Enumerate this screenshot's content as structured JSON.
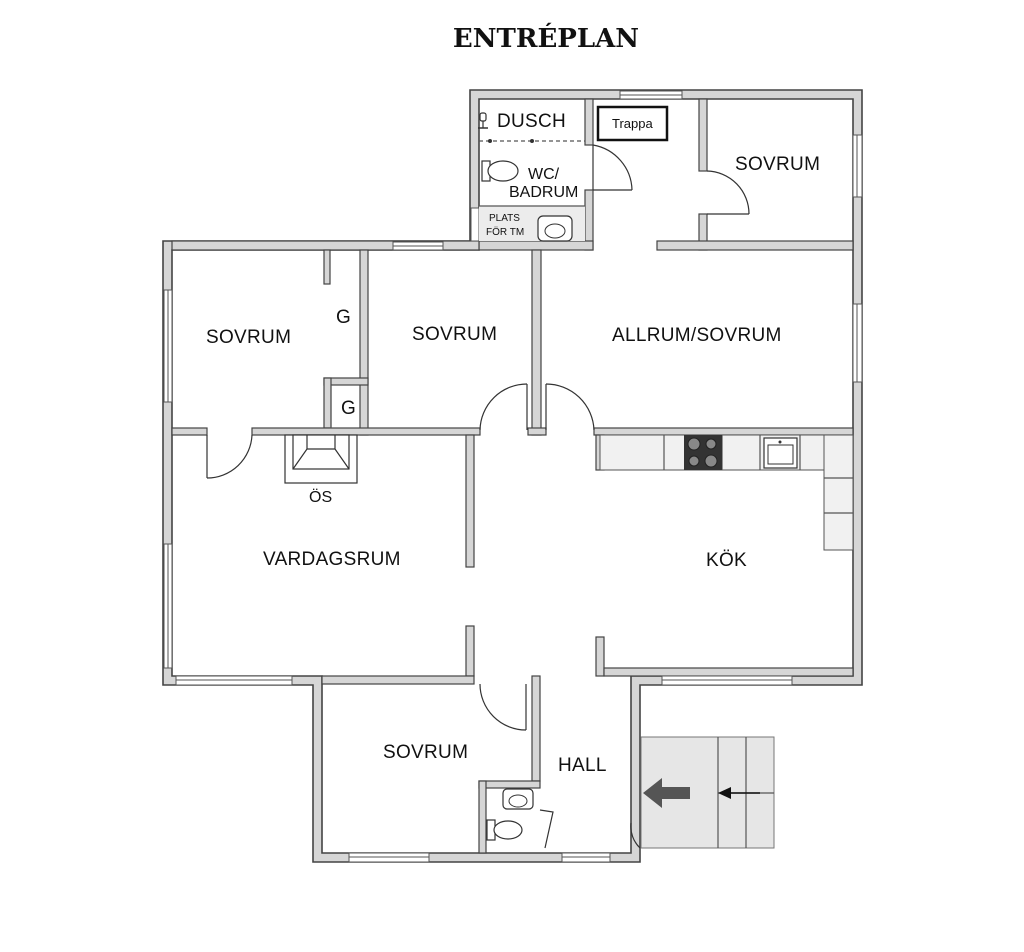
{
  "title": "ENTRÉPLAN",
  "rooms": {
    "dusch": "DUSCH",
    "trappa": "Trappa",
    "wc_line1": "WC/",
    "wc_line2": "BADRUM",
    "plats_line1": "PLATS",
    "plats_line2": "FÖR TM",
    "sovrum_ne": "SOVRUM",
    "sovrum_nw": "SOVRUM",
    "garderob_1": "G",
    "garderob_2": "G",
    "sovrum_mid": "SOVRUM",
    "allrum": "ALLRUM/SOVRUM",
    "os": "ÖS",
    "vardagsrum": "VARDAGSRUM",
    "kok": "KÖK",
    "sovrum_s": "SOVRUM",
    "hall": "HALL"
  },
  "icons": {
    "entrance": "entrance-arrow-icon",
    "stair_direction": "stair-arrow-icon",
    "stove": "stove-icon",
    "sink": "sink-icon",
    "toilet": "toilet-icon",
    "shower": "shower-icon",
    "fireplace": "fireplace-icon"
  },
  "colors": {
    "wall": "#444444",
    "wall_fill": "#d6d6d6",
    "entrance_arrow": "#555555",
    "porch": "#e6e6e6"
  }
}
